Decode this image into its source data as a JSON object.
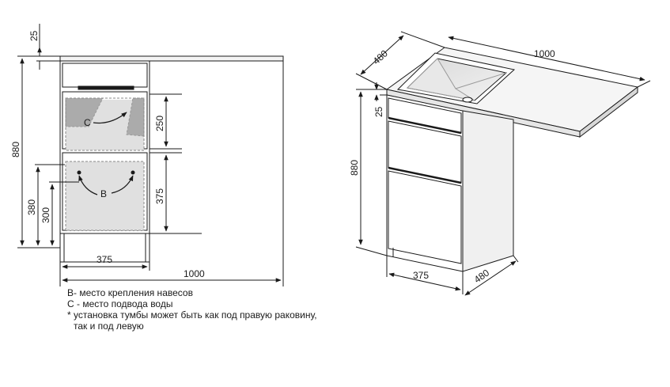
{
  "front_view": {
    "dims": {
      "top_gap": "25",
      "total_height": "880",
      "upper_zone": "250",
      "lower_zone": "375",
      "left_380": "380",
      "left_300": "300",
      "cabinet_width": "375",
      "total_width": "1000"
    },
    "labels": {
      "water_point": "C",
      "mount_points": "B"
    }
  },
  "iso_view": {
    "dims": {
      "depth_top": "480",
      "total_width": "1000",
      "top_gap": "25",
      "total_height": "880",
      "cabinet_width": "375",
      "cabinet_depth": "480"
    }
  },
  "notes": {
    "line1": "В- место крепления навесов",
    "line2": "С - место подвода воды",
    "line3": "* установка тумбы может быть как под правую раковину,",
    "line4": "так и под левую"
  }
}
